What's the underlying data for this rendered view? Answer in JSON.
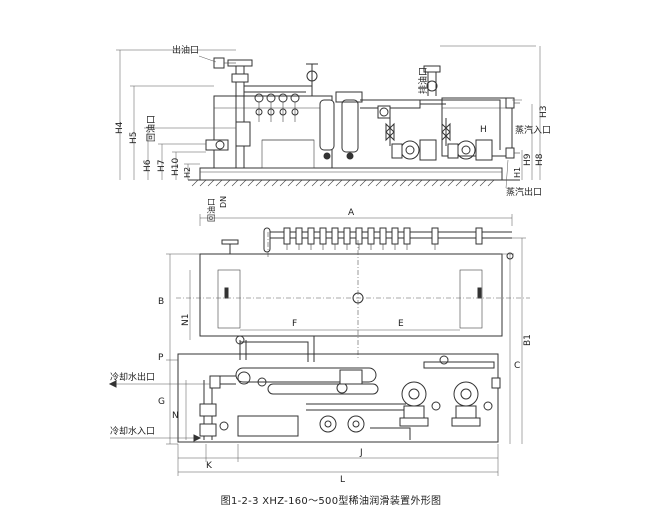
{
  "caption": "图1-2-3  XHZ-160～500型稀油润滑装置外形图",
  "front_view": {
    "outlet_label": "出油口",
    "drain_label": "排油口",
    "return_label": "回油口",
    "steam_in_label": "蒸汽入口",
    "steam_out_label": "蒸汽出口",
    "dims": {
      "h4": "H4",
      "h5": "H5",
      "h6": "H6",
      "h7": "H7",
      "h10": "H10",
      "h2": "H2",
      "h3": "H3",
      "h": "H",
      "h8": "H8",
      "h9": "H9",
      "h1": "H1"
    }
  },
  "top_view": {
    "return_label": "回油口",
    "dn_label": "DN",
    "cool_out_label": "冷却水出口",
    "cool_in_label": "冷却水入口",
    "dims": {
      "a": "A",
      "b": "B",
      "b1": "B1",
      "c": "C",
      "e": "E",
      "f": "F",
      "g": "G",
      "j": "J",
      "k": "K",
      "l": "L",
      "n": "N",
      "n1": "N1",
      "p": "P"
    }
  }
}
